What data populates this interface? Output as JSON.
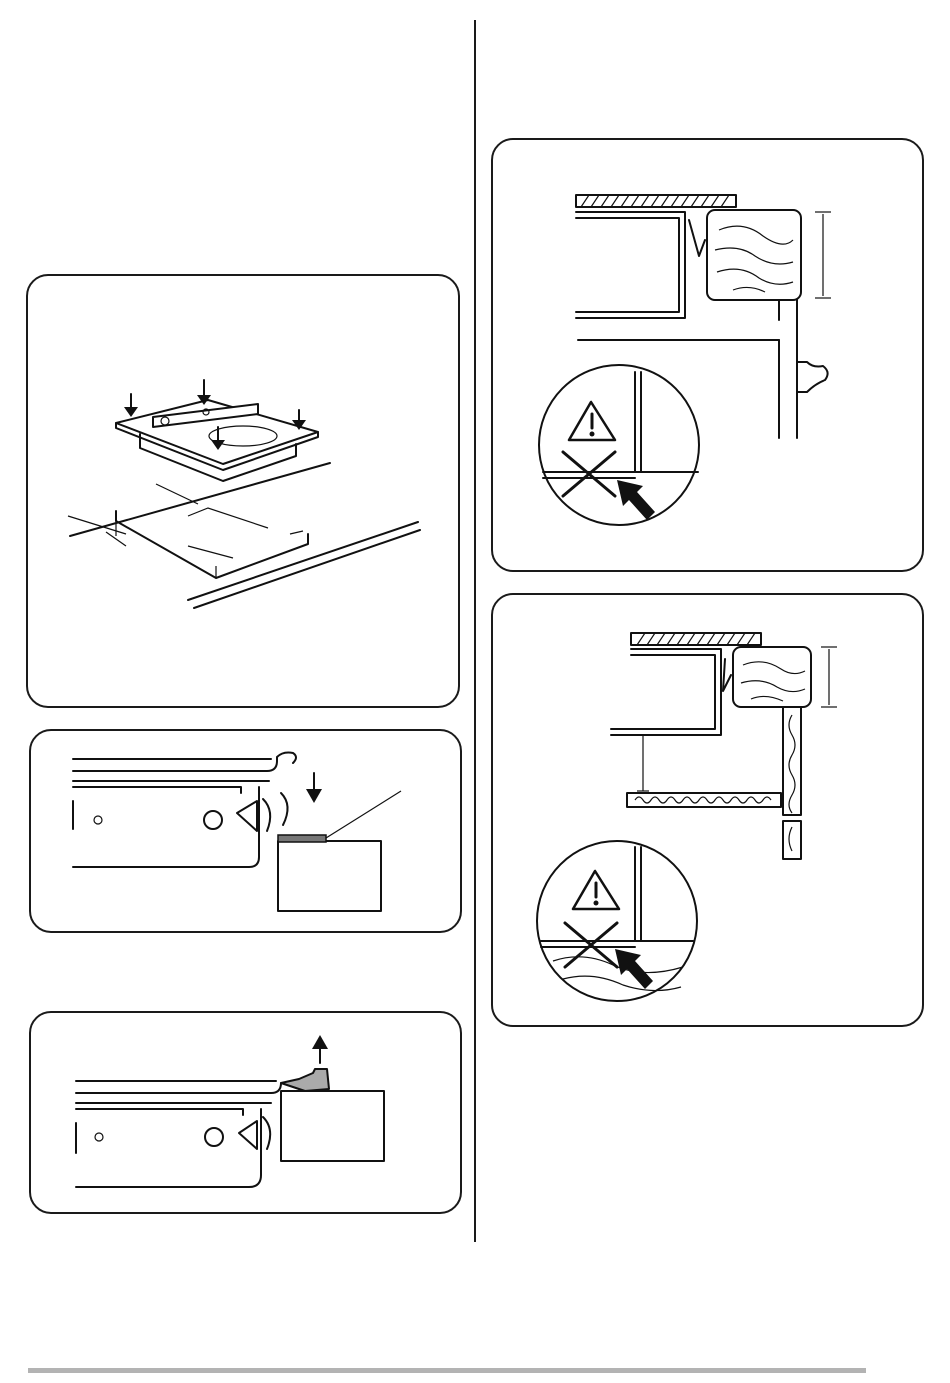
{
  "document": {
    "figures": [
      {
        "id": "fig-hob-placement",
        "icons": [
          "arrow-down-icon",
          "spirit-level-icon"
        ]
      },
      {
        "id": "fig-seal-strip-apply",
        "icons": [
          "arrow-down-icon"
        ]
      },
      {
        "id": "fig-seal-strip-remove",
        "icons": [
          "arrow-up-icon"
        ]
      },
      {
        "id": "fig-worktop-drawer",
        "icons": [
          "warning-triangle-icon",
          "cross-icon",
          "pointer-arrow-icon"
        ]
      },
      {
        "id": "fig-worktop-shelf",
        "icons": [
          "warning-triangle-icon",
          "cross-icon",
          "pointer-arrow-icon"
        ]
      }
    ],
    "colors": {
      "line": "#111111",
      "footer_bar": "#b3b3b3"
    }
  }
}
